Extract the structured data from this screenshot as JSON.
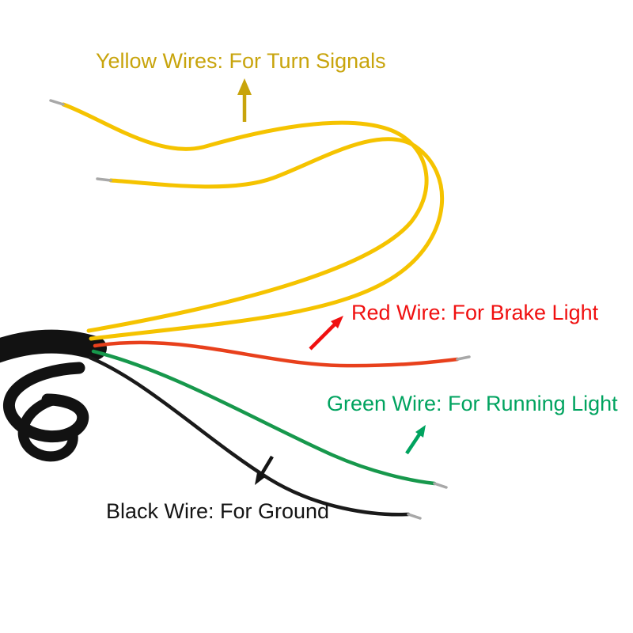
{
  "image": {
    "background": "#ffffff"
  },
  "annotations": {
    "yellow": {
      "label": "Yellow Wires: For Turn Signals",
      "color": "#C8A40C"
    },
    "red": {
      "label": "Red Wire: For Brake Light",
      "color": "#F01010"
    },
    "green": {
      "label": "Green Wire: For Running Light",
      "color": "#00A35F"
    },
    "black": {
      "label": "Black Wire: For Ground",
      "color": "#141414"
    }
  },
  "wires": {
    "yellow": {
      "color": "#F5C300"
    },
    "red": {
      "color": "#E8401C"
    },
    "green": {
      "color": "#17984C"
    },
    "black": {
      "color": "#1A1A1A"
    },
    "harness": {
      "color": "#121212"
    },
    "tip": {
      "color": "#A8A8A8"
    }
  }
}
